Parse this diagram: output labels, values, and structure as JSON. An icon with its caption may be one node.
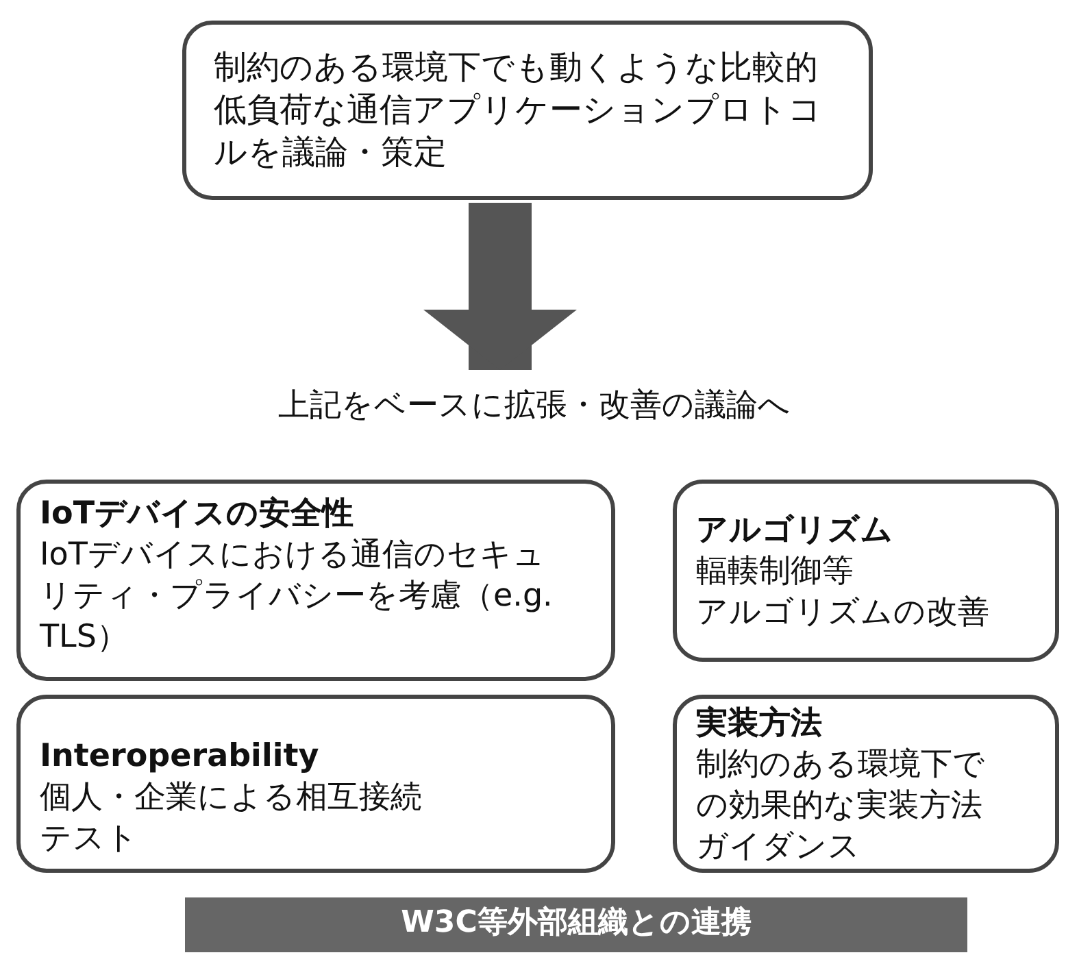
{
  "diagram": {
    "nodes": [
      {
        "text": [
          "制約のある環境下でも動くような比較的低負荷な通信アプリケーションプロトコルを議論・策定"
        ]
      },
      {
        "text": [
          "上記をベースに拡張・改善の議論へ"
        ]
      },
      {
        "text": [
          "IoTデバイスの安全性",
          "IoTデバイスにおける通信のセキュリティ・プライバシーを考慮（e.g.TLS）"
        ]
      },
      {
        "text": [
          "アルゴリズム",
          "輻輳制御等",
          "アルゴリズムの改善"
        ]
      },
      {
        "text": [
          "Interoperability",
          "個人・企業による相互接続",
          "テスト"
        ]
      },
      {
        "text": [
          "実装方法",
          "制約のある環境下での効果的な実装方法",
          "ガイダンス"
        ]
      },
      {
        "text": [
          "W3C等外部組織との連携"
        ]
      }
    ],
    "edges": [
      {
        "from": 0,
        "to": 1,
        "arrow": "to"
      }
    ]
  }
}
